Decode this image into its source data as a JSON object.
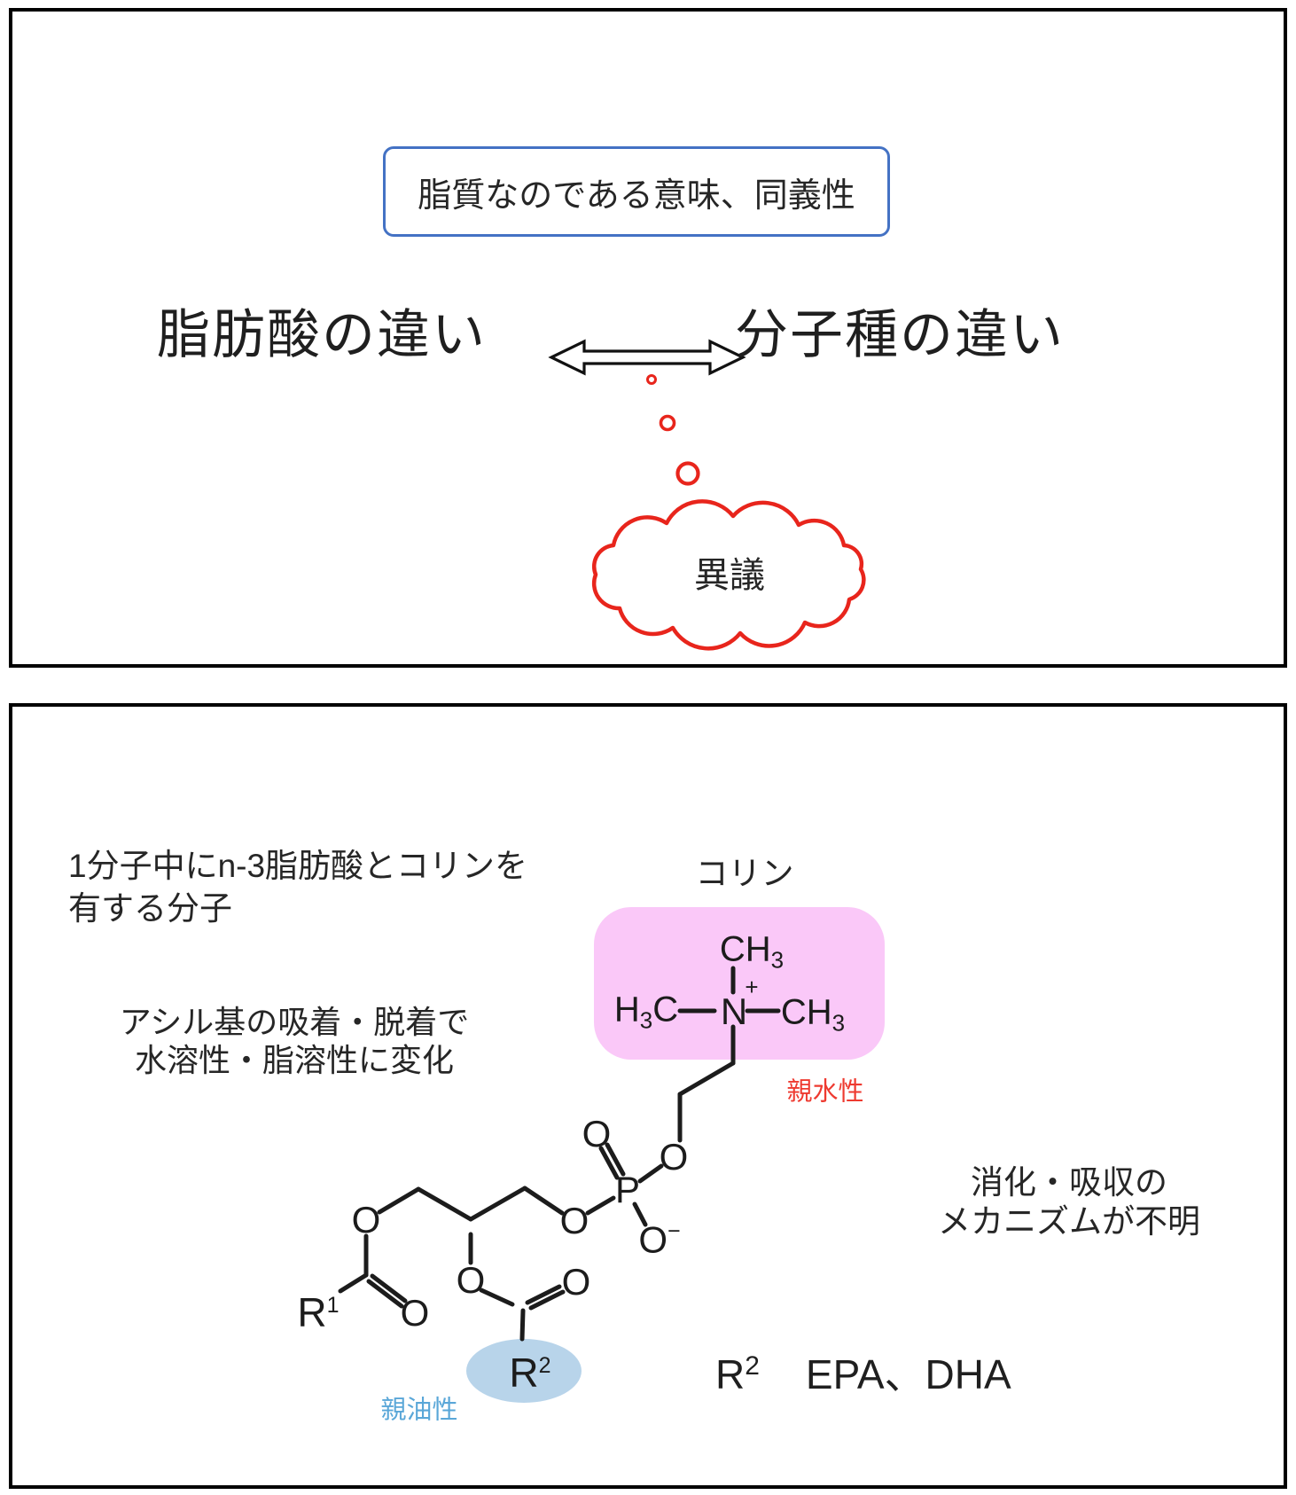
{
  "slide1": {
    "box_label": "脂質なのである意味、同義性",
    "left_term": "脂肪酸の違い",
    "right_term": "分子種の違い",
    "bubble_text": "異議"
  },
  "slide2": {
    "intro_line1": "1分子中にn-3脂肪酸とコリンを",
    "intro_line2": "有する分子",
    "choline_label": "コリン",
    "acyl_line1": "アシル基の吸着・脱着で",
    "acyl_line2": "水溶性・脂溶性に変化",
    "hydrophilic_label": "親水性",
    "lipophilic_label": "親油性",
    "digestion_line1": "消化・吸収の",
    "digestion_line2": "メカニズムが不明",
    "r2_label": "R",
    "r2_sup": "2",
    "r2_values": "EPA、DHA",
    "molecule": {
      "n_label": "N",
      "p_label": "P",
      "o_label": "O",
      "ch_base": "CH",
      "h3c_pre": "H",
      "h3c_post": "C",
      "sub3": "3",
      "plus": "+",
      "minus": "−",
      "r_label": "R",
      "r1_sup": "1",
      "r2_sup": "2"
    }
  },
  "colors": {
    "red_shape": "#e8251c",
    "hydrophilic_red": "#ee3a30",
    "lipophilic_blue": "#5aa7d8",
    "pink_highlight": "#fac8f8",
    "blue_ellipse_fill": "#b8d4ea",
    "blue_box_border": "#4472c4",
    "bond_black": "#1c1c1c"
  }
}
